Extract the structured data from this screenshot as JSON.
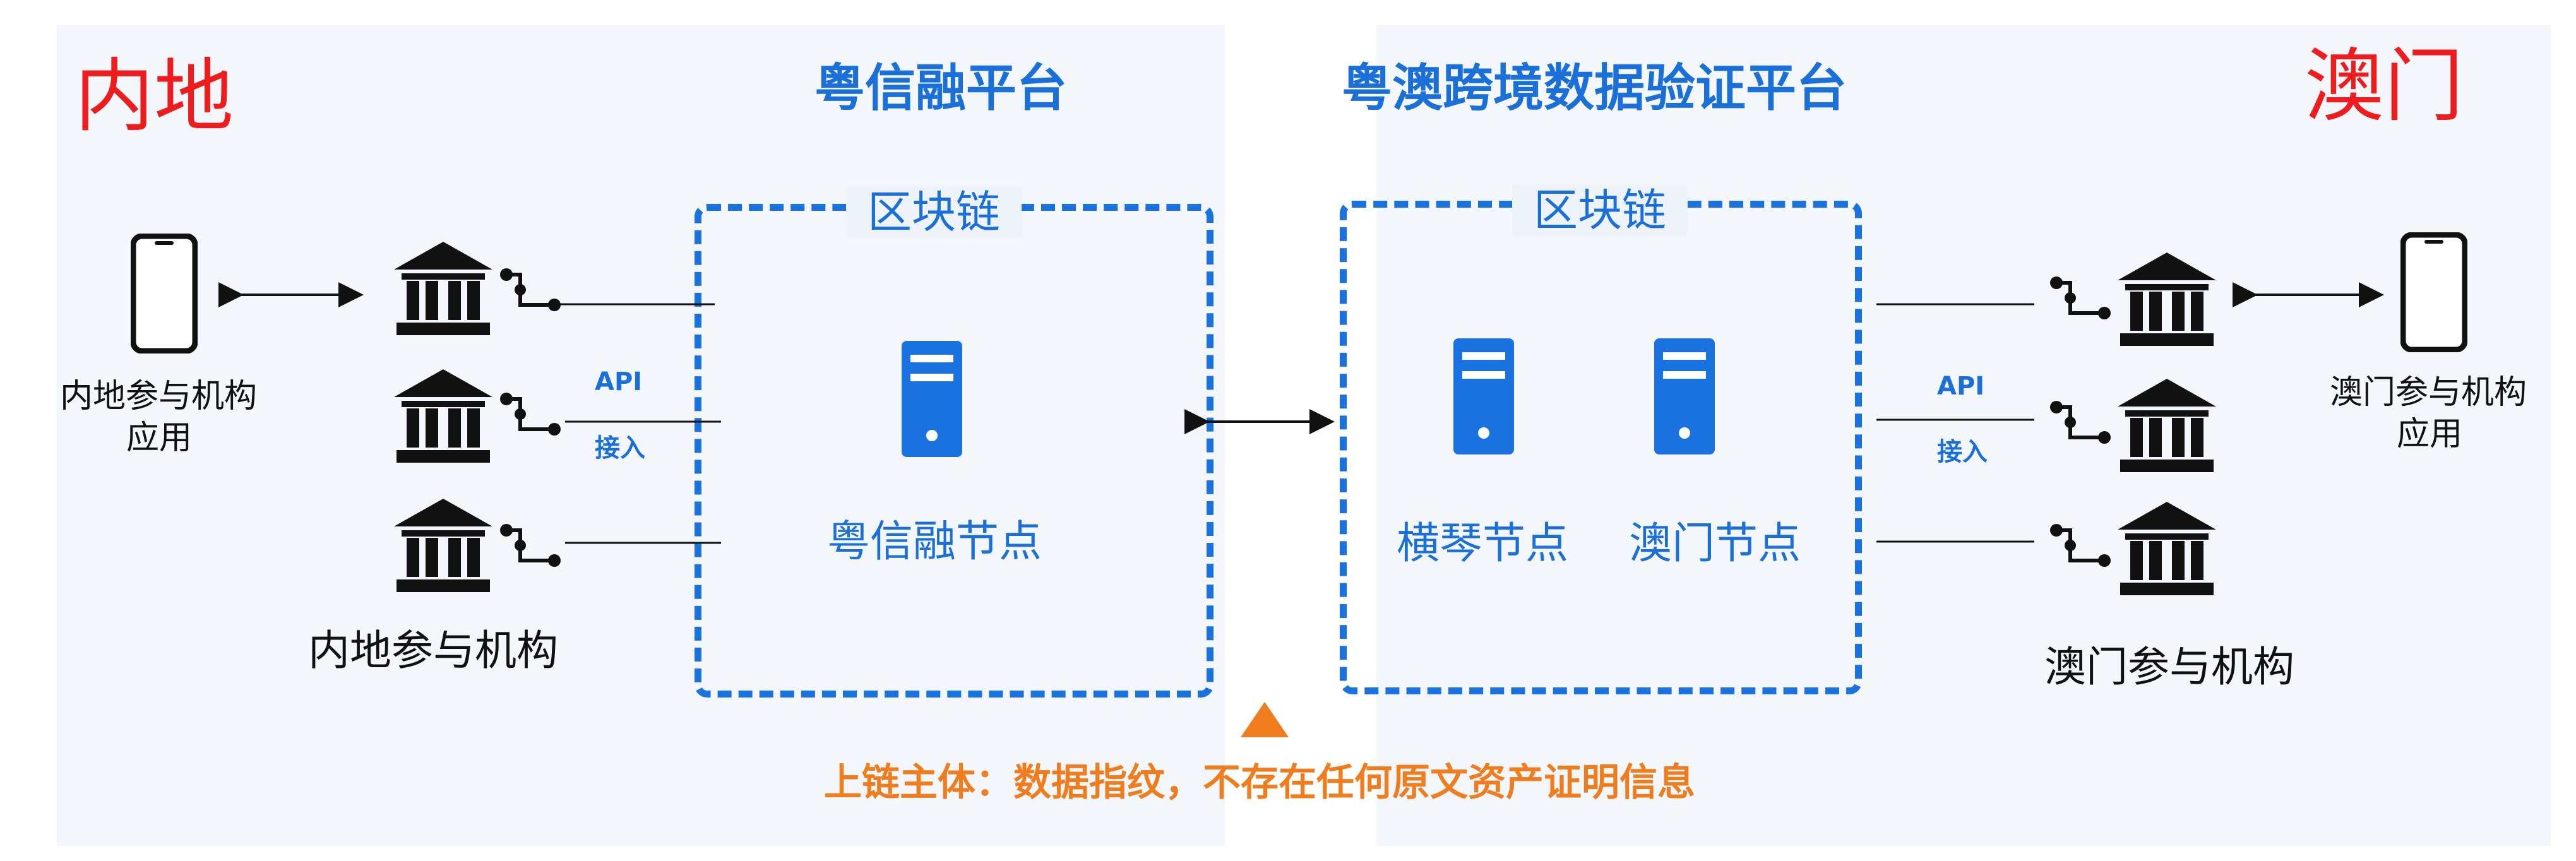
{
  "regions": {
    "left": "内地",
    "right": "澳门"
  },
  "platforms": {
    "left": "粤信融平台",
    "right": "粤澳跨境数据验证平台"
  },
  "blockchain_label": "区块链",
  "nodes": {
    "left": "粤信融节点",
    "right_1": "横琴节点",
    "right_2": "澳门节点"
  },
  "mainland": {
    "app_label_line1": "内地参与机构",
    "app_label_line2": "应用",
    "institutions_label": "内地参与机构"
  },
  "macau": {
    "app_label_line1": "澳门参与机构",
    "app_label_line2": "应用",
    "institutions_label": "澳门参与机构"
  },
  "api_access": {
    "line1": "API",
    "line2": "接入"
  },
  "footnote": "上链主体：数据指纹，不存在任何原文资产证明信息",
  "colors": {
    "accent_blue": "#1a72e0",
    "region_red": "#ee1c1c",
    "note_orange": "#f07d1d"
  },
  "icons": [
    "phone-icon",
    "bank-icon",
    "connector-icon",
    "server-icon",
    "warning-triangle-icon"
  ]
}
